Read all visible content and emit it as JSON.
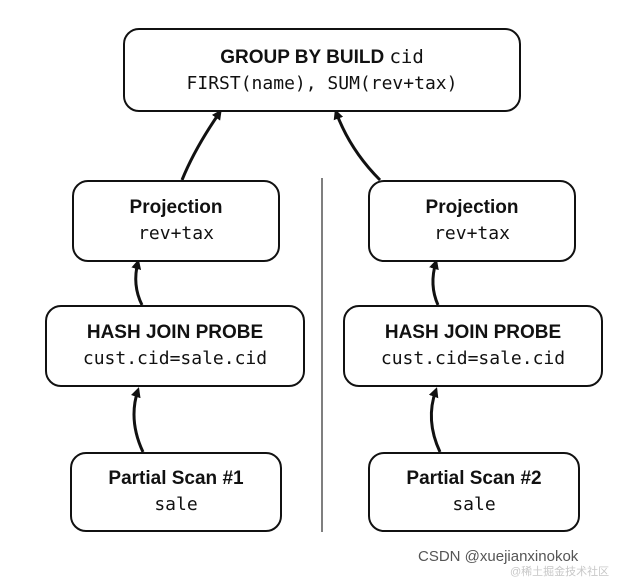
{
  "group_node": {
    "title": "GROUP BY BUILD",
    "title_mono": "cid",
    "sub": "FIRST(name), SUM(rev+tax)"
  },
  "left_branch": {
    "projection_title": "Projection",
    "projection_sub": "rev+tax",
    "join_title": "HASH JOIN PROBE",
    "join_sub": "cust.cid=sale.cid",
    "scan_title": "Partial Scan #1",
    "scan_sub": "sale"
  },
  "right_branch": {
    "projection_title": "Projection",
    "projection_sub": "rev+tax",
    "join_title": "HASH JOIN PROBE",
    "join_sub": "cust.cid=sale.cid",
    "scan_title": "Partial Scan #2",
    "scan_sub": "sale"
  },
  "footer": {
    "credit": "CSDN @xuejianxinokok",
    "watermark": "@稀土掘金技术社区"
  }
}
